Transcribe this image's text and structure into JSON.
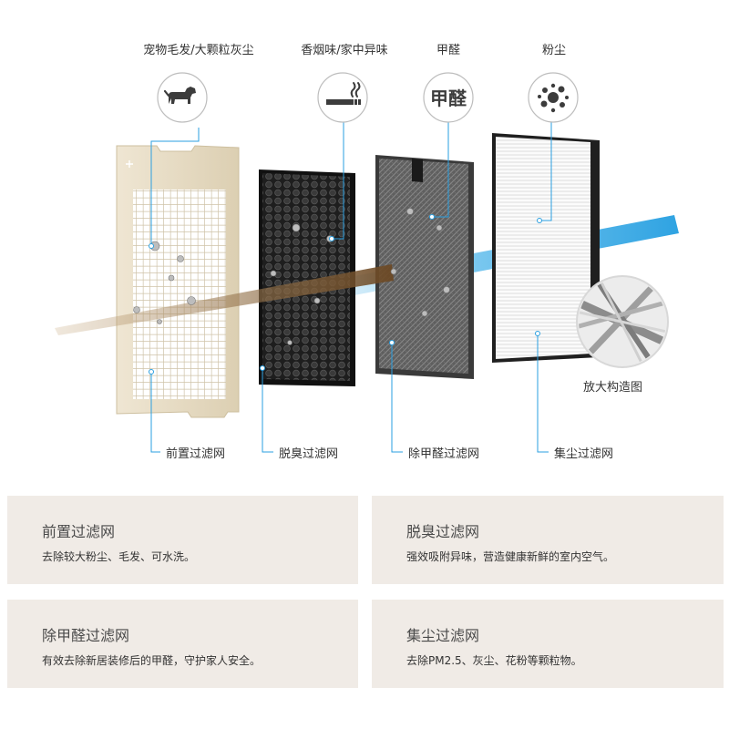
{
  "categories": [
    {
      "label": "宠物毛发/大颗粒灰尘",
      "icon": "dog-icon"
    },
    {
      "label": "香烟味/家中异味",
      "icon": "cigarette-icon"
    },
    {
      "label": "甲醛",
      "icon": "formaldehyde-text-icon",
      "icon_text": "甲醛"
    },
    {
      "label": "粉尘",
      "icon": "dust-particles-icon"
    }
  ],
  "filters": [
    {
      "label": "前置过滤网"
    },
    {
      "label": "脱臭过滤网"
    },
    {
      "label": "除甲醛过滤网"
    },
    {
      "label": "集尘过滤网"
    }
  ],
  "zoom_label": "放大构造图",
  "cards": [
    {
      "title": "前置过滤网",
      "desc": "去除较大粉尘、毛发、可水洗。"
    },
    {
      "title": "脱臭过滤网",
      "desc": "强效吸附异味，营造健康新鲜的室内空气。"
    },
    {
      "title": "除甲醛过滤网",
      "desc": "有效去除新居装修后的甲醛，守护家人安全。"
    },
    {
      "title": "集尘过滤网",
      "desc": "去除PM2.5、灰尘、花粉等颗粒物。"
    }
  ],
  "colors": {
    "accent_line": "#2a9fe0",
    "card_bg": "#f0ebe6",
    "pre_filter": "#e4d9c2",
    "carbon_filter": "#2b2b2b",
    "formaldehyde_filter": "#6c6c6c",
    "hepa_filter": "#f4f4f4",
    "airflow_blue": "#4ab2e8",
    "airflow_brown": "#7a5428"
  }
}
